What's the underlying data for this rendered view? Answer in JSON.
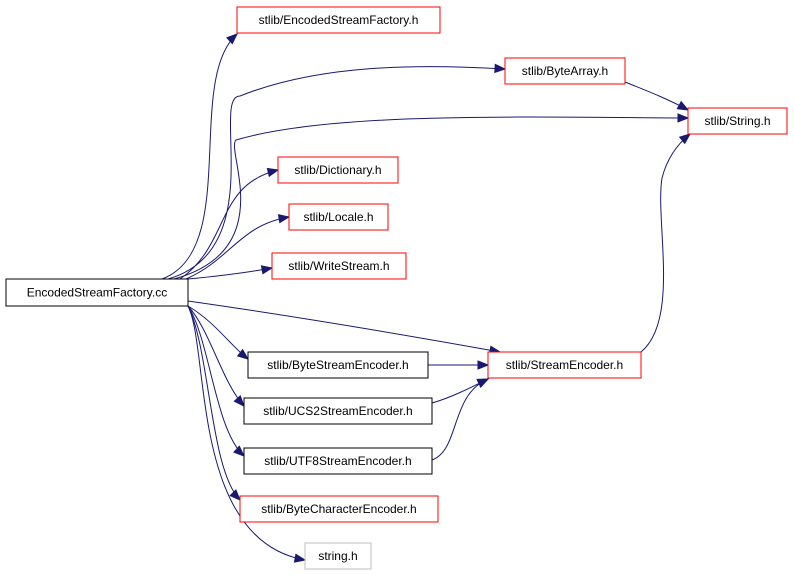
{
  "diagram": {
    "colors": {
      "edge": "#191970",
      "border_documented": "#ff0000",
      "border_plain": "#000000",
      "border_external": "#bfbfbf",
      "root_fill": "#000000",
      "root_text": "#ffffff"
    },
    "nodes": [
      {
        "id": "root",
        "label": "EncodedStreamFactory.cc",
        "kind": "root"
      },
      {
        "id": "esf_h",
        "label": "stlib/EncodedStreamFactory.h",
        "kind": "documented"
      },
      {
        "id": "ba_h",
        "label": "stlib/ByteArray.h",
        "kind": "documented"
      },
      {
        "id": "str_h",
        "label": "stlib/String.h",
        "kind": "documented"
      },
      {
        "id": "dict_h",
        "label": "stlib/Dictionary.h",
        "kind": "documented"
      },
      {
        "id": "loc_h",
        "label": "stlib/Locale.h",
        "kind": "documented"
      },
      {
        "id": "ws_h",
        "label": "stlib/WriteStream.h",
        "kind": "documented"
      },
      {
        "id": "se_h",
        "label": "stlib/StreamEncoder.h",
        "kind": "documented"
      },
      {
        "id": "bse_h",
        "label": "stlib/ByteStreamEncoder.h",
        "kind": "plain"
      },
      {
        "id": "ucs_h",
        "label": "stlib/UCS2StreamEncoder.h",
        "kind": "plain"
      },
      {
        "id": "utf_h",
        "label": "stlib/UTF8StreamEncoder.h",
        "kind": "plain"
      },
      {
        "id": "bce_h",
        "label": "stlib/ByteCharacterEncoder.h",
        "kind": "documented"
      },
      {
        "id": "string",
        "label": "string.h",
        "kind": "external"
      }
    ],
    "edges": [
      {
        "from": "root",
        "to": "esf_h"
      },
      {
        "from": "root",
        "to": "ba_h"
      },
      {
        "from": "root",
        "to": "str_h"
      },
      {
        "from": "root",
        "to": "dict_h"
      },
      {
        "from": "root",
        "to": "loc_h"
      },
      {
        "from": "root",
        "to": "ws_h"
      },
      {
        "from": "root",
        "to": "se_h"
      },
      {
        "from": "root",
        "to": "bse_h"
      },
      {
        "from": "root",
        "to": "ucs_h"
      },
      {
        "from": "root",
        "to": "utf_h"
      },
      {
        "from": "root",
        "to": "bce_h"
      },
      {
        "from": "root",
        "to": "string"
      },
      {
        "from": "ba_h",
        "to": "str_h"
      },
      {
        "from": "se_h",
        "to": "str_h"
      },
      {
        "from": "bse_h",
        "to": "se_h"
      },
      {
        "from": "ucs_h",
        "to": "se_h"
      },
      {
        "from": "utf_h",
        "to": "se_h"
      }
    ]
  }
}
